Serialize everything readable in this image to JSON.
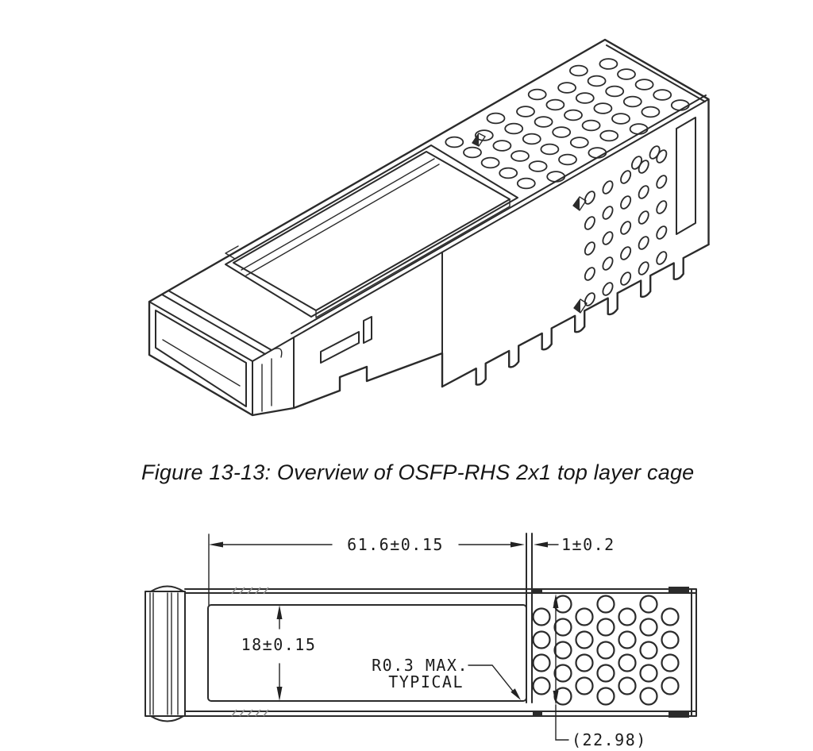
{
  "colors": {
    "line": "#2b2b2b",
    "dim_text": "#1b1b1b",
    "background": "#ffffff"
  },
  "caption": "Figure 13-13: Overview of OSFP-RHS 2x1 top layer cage",
  "isometric_view": {
    "top_perforation": {
      "rows": 8,
      "cols": 5
    },
    "side_perforation": {
      "cols": 5,
      "rows": 5,
      "extra_top_holes": 2
    },
    "pressfit_pins": 7
  },
  "plan_view": {
    "dims": {
      "cage_length": "61.6±0.15",
      "wall_thickness": "1±0.2",
      "opening_width": "18±0.15",
      "corner_radius_note": [
        "R0.3 MAX.",
        "TYPICAL"
      ],
      "vent_field_width": "(22.98)"
    },
    "vent_holes": {
      "columns": 7,
      "rows_odd": 5,
      "rows_even": 4
    }
  }
}
